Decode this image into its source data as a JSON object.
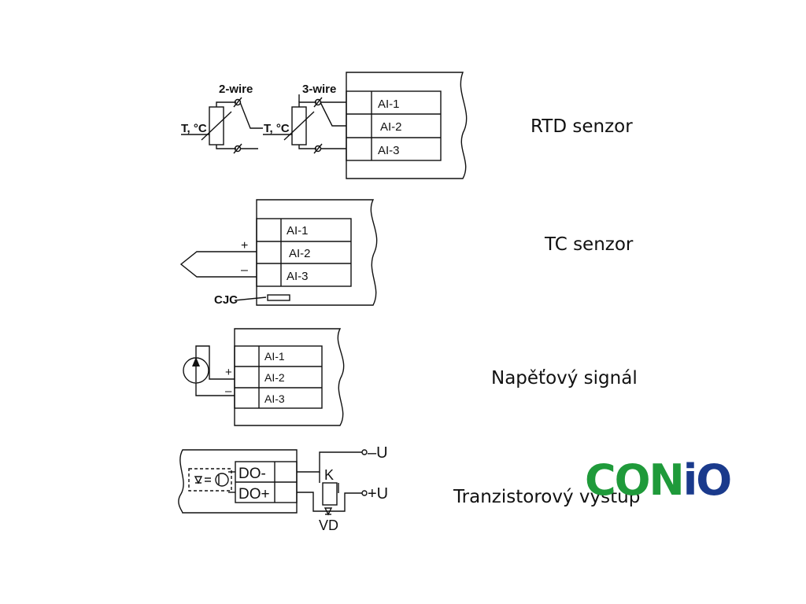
{
  "sections": [
    {
      "id": "rtd",
      "label": "RTD senzor"
    },
    {
      "id": "tc",
      "label": "TC senzor"
    },
    {
      "id": "voltage",
      "label": "Napěťový signál"
    },
    {
      "id": "transistor",
      "label": "Tranzistorový výstup"
    }
  ],
  "rtd": {
    "wire2_label": "2-wire",
    "wire3_label": "3-wire",
    "sensor_label": "T, °C",
    "channels": [
      "AI-1",
      "AI-2",
      "AI-3"
    ]
  },
  "tc": {
    "channels": [
      "AI-1",
      "AI-2",
      "AI-3"
    ],
    "plus": "+",
    "minus": "–",
    "cjc_label": "CJC"
  },
  "voltage": {
    "channels": [
      "AI-1",
      "AI-2",
      "AI-3"
    ],
    "plus": "+",
    "minus": "–"
  },
  "transistor": {
    "terminals": [
      "DO-",
      "DO+"
    ],
    "relay_label": "K",
    "diode_label": "VD",
    "neg_supply": "–U",
    "pos_supply": "+U"
  },
  "logo": {
    "parts": [
      "CON",
      "i",
      "O"
    ],
    "colors": {
      "green": "#1f9a3a",
      "blue": "#1a3a8c"
    }
  }
}
